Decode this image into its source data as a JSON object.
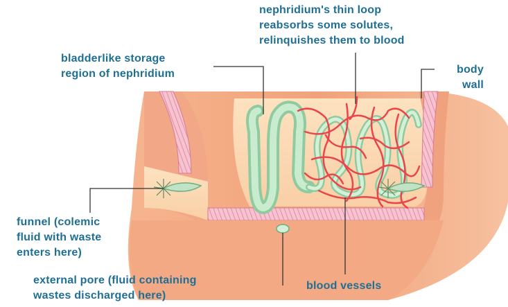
{
  "labels": {
    "thin_loop": [
      "nephridium's thin loop",
      "reabsorbs some solutes,",
      "relinquishes them to blood"
    ],
    "storage": [
      "bladderlike storage",
      "region of nephridium"
    ],
    "body_wall": [
      "body",
      "wall"
    ],
    "funnel": [
      "funnel (colemic",
      "fluid with waste",
      "enters here)"
    ],
    "pore": [
      "external pore (fluid containing",
      "wastes discharged here)"
    ],
    "vessels": "blood vessels"
  },
  "colors": {
    "label_text": "#1f6f95",
    "leader_line": "#333333",
    "body_tissue": "#f1a77f",
    "cavity": "#fbd9b4",
    "muscle_band": "#f3b6c6",
    "nephridium": "#bfe3c4",
    "blood_vessel": "#e8464a"
  }
}
